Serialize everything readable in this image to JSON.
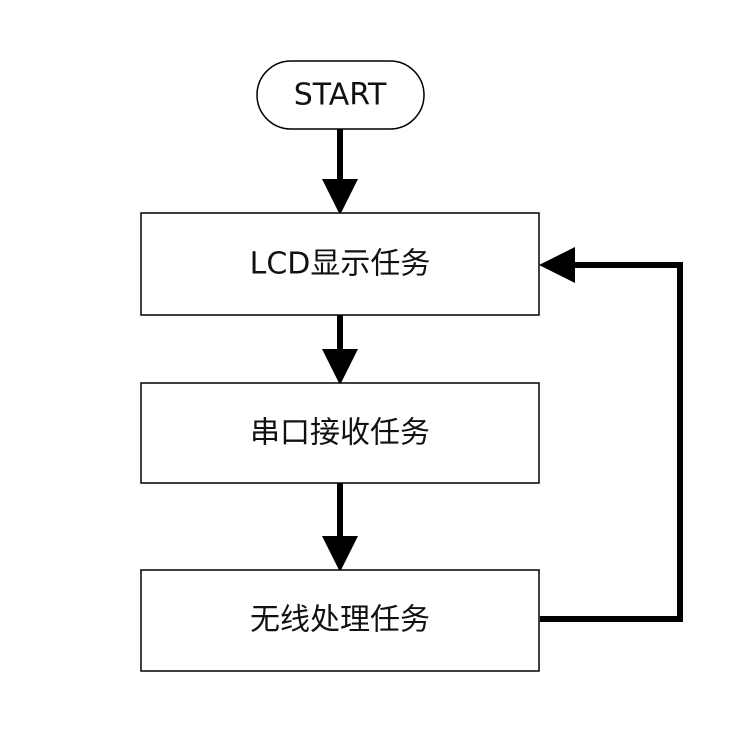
{
  "diagram": {
    "type": "flowchart",
    "colors": {
      "stroke": "#000000",
      "fill": "#ffffff",
      "text": "#111111"
    },
    "start": {
      "label": "START"
    },
    "steps": [
      {
        "label": "LCD显示任务"
      },
      {
        "label": "串口接收任务"
      },
      {
        "label": "无线处理任务"
      }
    ],
    "edges": [
      {
        "from": "START",
        "to": "LCD显示任务"
      },
      {
        "from": "LCD显示任务",
        "to": "串口接收任务"
      },
      {
        "from": "串口接收任务",
        "to": "无线处理任务"
      },
      {
        "from": "无线处理任务",
        "to": "LCD显示任务"
      }
    ]
  }
}
